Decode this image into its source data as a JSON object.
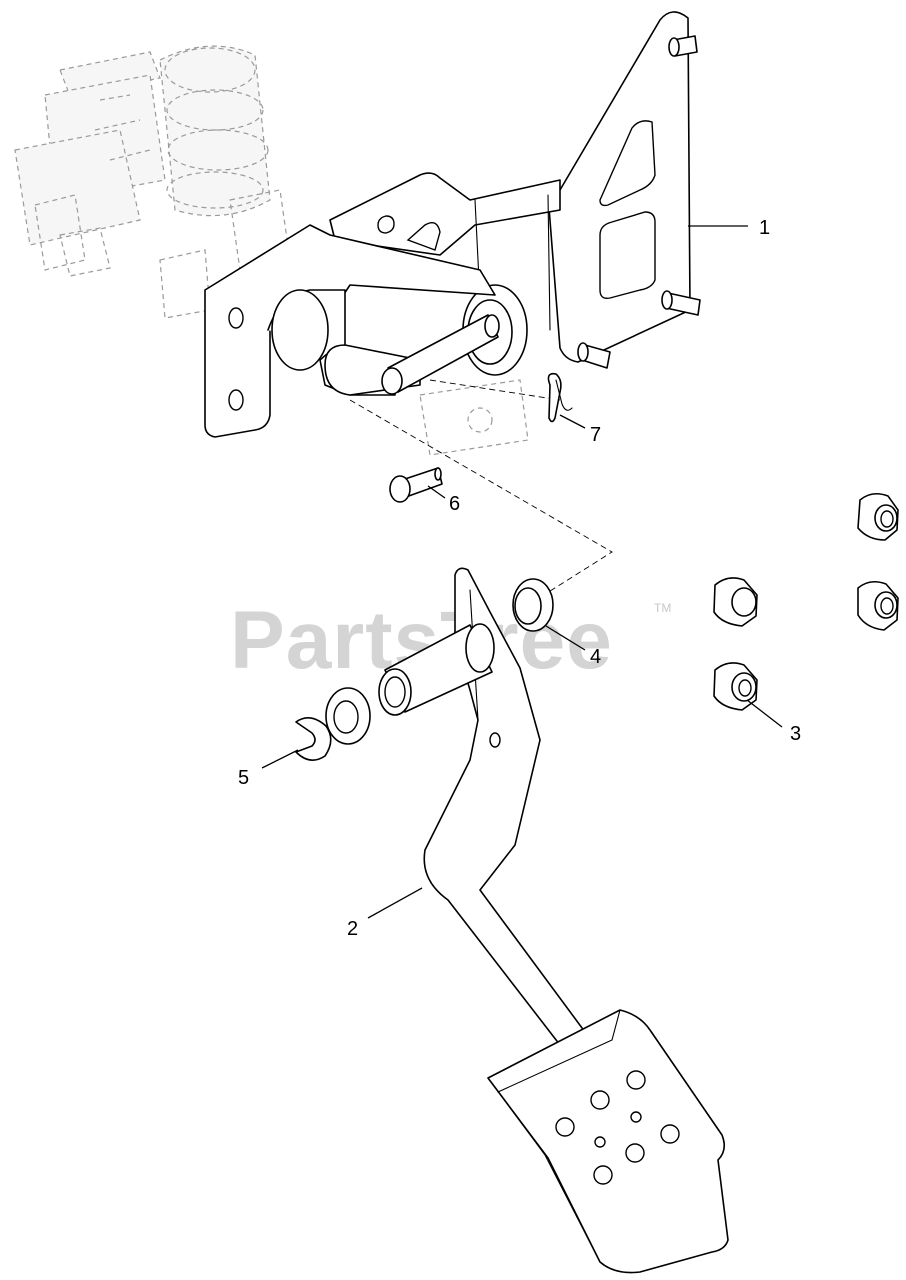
{
  "watermark": {
    "text": "PartsTree",
    "trademark": "TM"
  },
  "callouts": [
    {
      "id": "1",
      "part": "pedal-bracket"
    },
    {
      "id": "2",
      "part": "brake-pedal"
    },
    {
      "id": "3",
      "part": "bushing"
    },
    {
      "id": "4",
      "part": "flange-bushing"
    },
    {
      "id": "5",
      "part": "e-clip"
    },
    {
      "id": "6",
      "part": "clevis-pin"
    },
    {
      "id": "7",
      "part": "hair-pin-clip"
    }
  ]
}
